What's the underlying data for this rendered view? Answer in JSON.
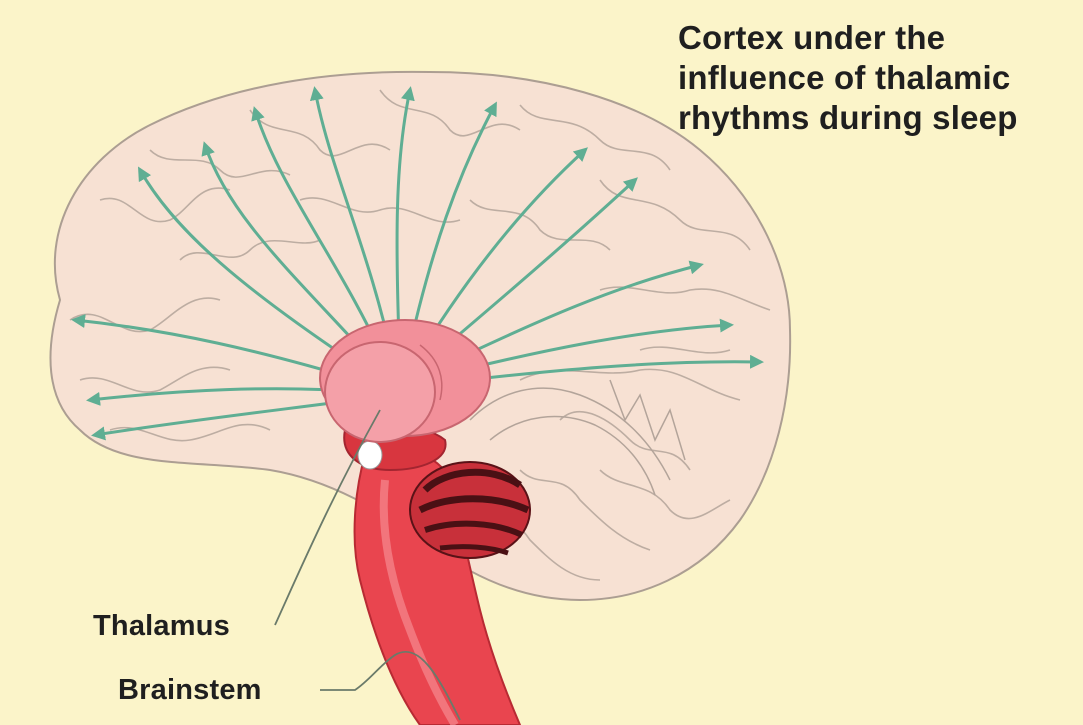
{
  "figure": {
    "cortex_title_lines": [
      "Cortex under the",
      "influence of thalamic",
      "rhythms during sleep"
    ],
    "labels": {
      "thalamus": "Thalamus",
      "brainstem": "Brainstem"
    },
    "colors": {
      "background": "#fbf4c9",
      "cortex_fill": "#f7e0d4",
      "cortex_outline": "#a89a90",
      "arrow": "#5fae93",
      "thalamus": "#f2909a",
      "brainstem": "#e9454f",
      "cerebellum_stripes": "#4a1014"
    }
  }
}
